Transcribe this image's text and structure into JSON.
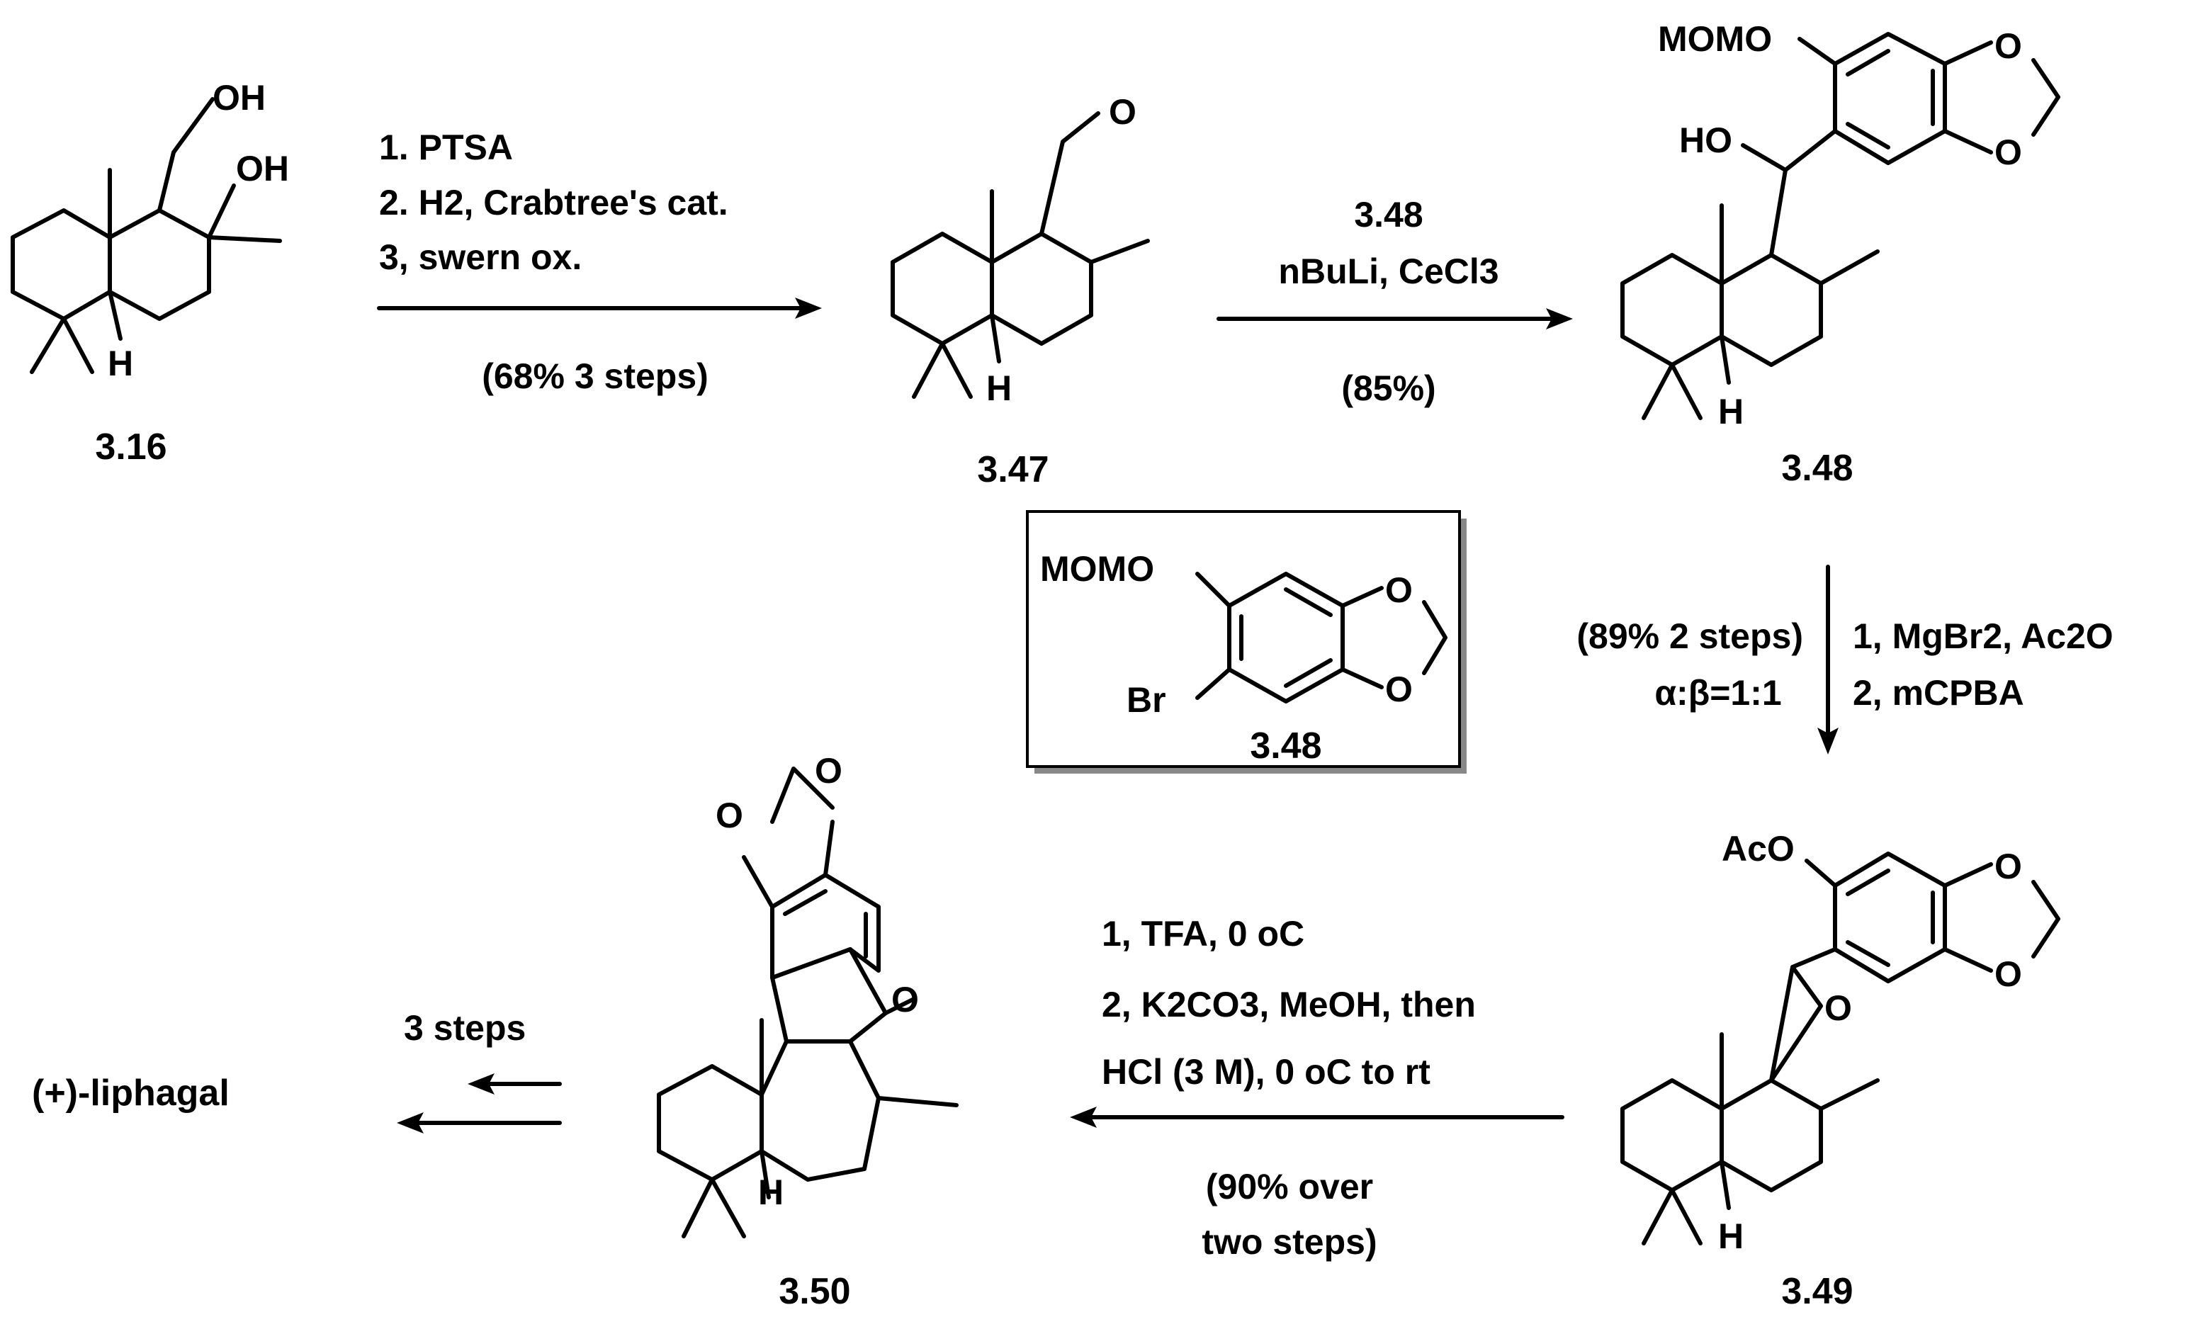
{
  "compounds": {
    "c316": {
      "label": "3.16",
      "atoms": {
        "oh_top": "OH",
        "oh_right": "OH",
        "h": "H"
      }
    },
    "c347": {
      "label": "3.47",
      "atoms": {
        "o": "O",
        "h": "H"
      }
    },
    "c348": {
      "label": "3.48",
      "atoms": {
        "momo": "MOMO",
        "ho": "HO",
        "o1": "O",
        "o2": "O",
        "h": "H"
      }
    },
    "box348": {
      "label": "3.48",
      "atoms": {
        "momo": "MOMO",
        "br": "Br",
        "o1": "O",
        "o2": "O"
      }
    },
    "c349": {
      "label": "3.49",
      "atoms": {
        "aco": "AcO",
        "o1": "O",
        "o2": "O",
        "epox": "O",
        "h": "H"
      }
    },
    "c350": {
      "label": "3.50",
      "atoms": {
        "o1": "O",
        "o2": "O",
        "furan": "O",
        "h": "H"
      }
    },
    "product": {
      "label": "(+)-liphagal"
    }
  },
  "steps": {
    "step1": {
      "lines": [
        "1. PTSA",
        "2. H2, Crabtree's cat.",
        "3, swern ox."
      ],
      "yield": "(68% 3 steps)"
    },
    "step2": {
      "reagent1": "3.48",
      "reagent2": "nBuLi, CeCl3",
      "yield": "(85%)"
    },
    "step3": {
      "yield": "(89% 2 steps)",
      "ratio": "α:β=1:1",
      "line1": "1, MgBr2, Ac2O",
      "line2": "2, mCPBA"
    },
    "step4": {
      "line1": "1, TFA, 0 oC",
      "line2": "2, K2CO3, MeOH, then",
      "line3": "HCl (3 M), 0 oC to rt",
      "yield1": "(90% over",
      "yield2": "two steps)"
    },
    "step5": {
      "label": "3 steps"
    }
  }
}
